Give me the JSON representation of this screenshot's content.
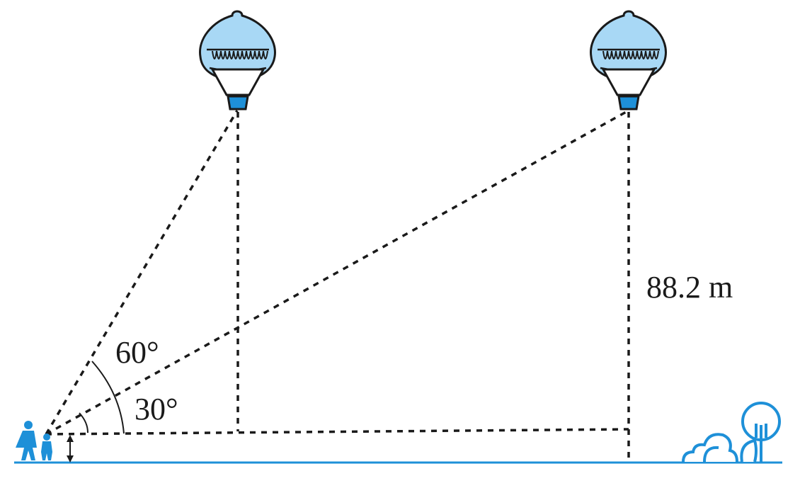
{
  "labels": {
    "height": "88.2 m",
    "angle_large": "60°",
    "angle_small": "30°"
  },
  "colors": {
    "balloon_fill": "#a8d8f5",
    "basket_fill": "#1e90d8",
    "ground_line": "#1e90d8",
    "people": "#1e90d8",
    "tree": "#1e90d8",
    "ink": "#1a1a1a"
  }
}
